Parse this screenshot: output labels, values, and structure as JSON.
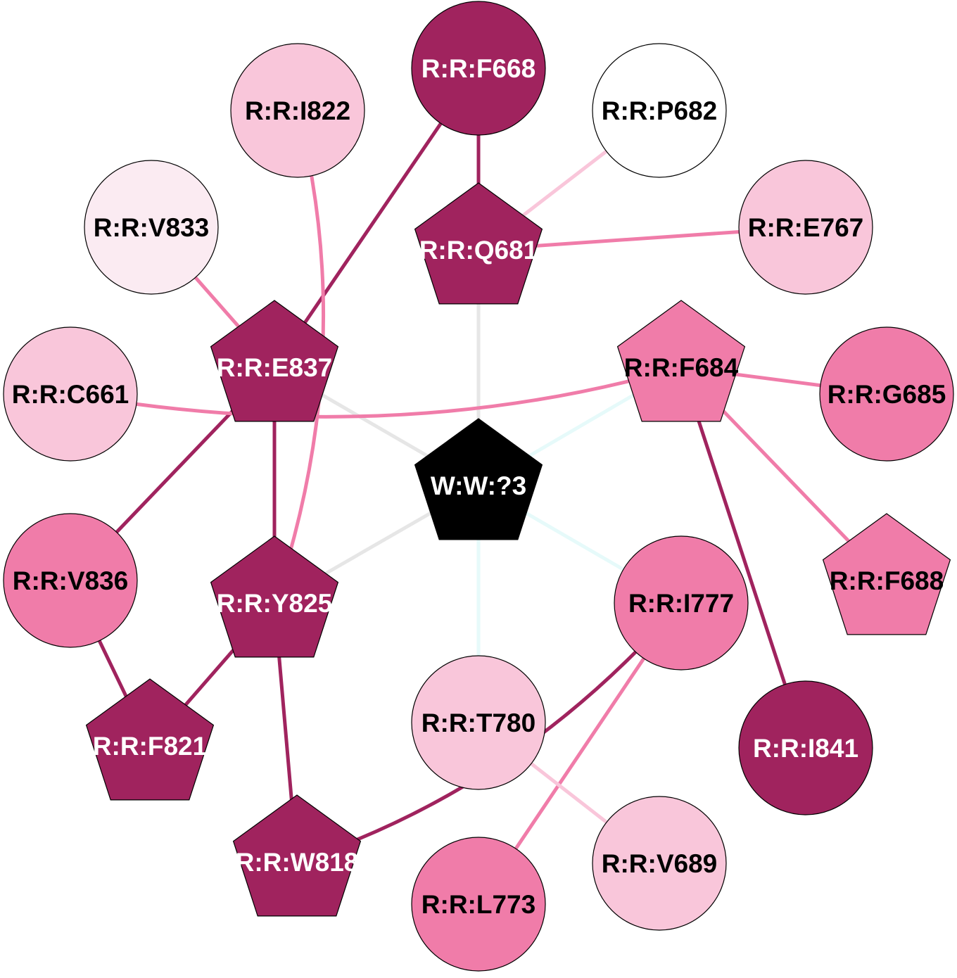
{
  "colors": {
    "dark": "#a0235e",
    "medium": "#f07ca9",
    "light": "#f9c6da",
    "pale": "#fbebf2",
    "white": "#ffffff",
    "center": "#000000",
    "edge_gray": "#e6e6e6",
    "edge_cyan": "#e6fafa",
    "edge_pale": "#f9c6da"
  },
  "nodes": [
    {
      "id": "W:W:?3",
      "label": "W:W:?3",
      "shape": "pentagon",
      "fill": "center",
      "text": "white"
    },
    {
      "id": "R:R:F668",
      "label": "R:R:F668",
      "shape": "circle",
      "fill": "dark",
      "text": "white"
    },
    {
      "id": "R:R:I822",
      "label": "R:R:I822",
      "shape": "circle",
      "fill": "light",
      "text": "black"
    },
    {
      "id": "R:R:P682",
      "label": "R:R:P682",
      "shape": "circle",
      "fill": "white",
      "text": "black"
    },
    {
      "id": "R:R:V833",
      "label": "R:R:V833",
      "shape": "circle",
      "fill": "pale",
      "text": "black"
    },
    {
      "id": "R:R:Q681",
      "label": "R:R:Q681",
      "shape": "pentagon",
      "fill": "dark",
      "text": "white"
    },
    {
      "id": "R:R:E767",
      "label": "R:R:E767",
      "shape": "circle",
      "fill": "light",
      "text": "black"
    },
    {
      "id": "R:R:E837",
      "label": "R:R:E837",
      "shape": "pentagon",
      "fill": "dark",
      "text": "white"
    },
    {
      "id": "R:R:F684",
      "label": "R:R:F684",
      "shape": "pentagon",
      "fill": "medium",
      "text": "black"
    },
    {
      "id": "R:R:C661",
      "label": "R:R:C661",
      "shape": "circle",
      "fill": "light",
      "text": "black"
    },
    {
      "id": "R:R:G685",
      "label": "R:R:G685",
      "shape": "circle",
      "fill": "medium",
      "text": "black"
    },
    {
      "id": "R:R:V836",
      "label": "R:R:V836",
      "shape": "circle",
      "fill": "medium",
      "text": "black"
    },
    {
      "id": "R:R:F688",
      "label": "R:R:F688",
      "shape": "pentagon",
      "fill": "medium",
      "text": "black"
    },
    {
      "id": "R:R:Y825",
      "label": "R:R:Y825",
      "shape": "pentagon",
      "fill": "dark",
      "text": "white"
    },
    {
      "id": "R:R:I777",
      "label": "R:R:I777",
      "shape": "circle",
      "fill": "medium",
      "text": "black"
    },
    {
      "id": "R:R:T780",
      "label": "R:R:T780",
      "shape": "circle",
      "fill": "light",
      "text": "black"
    },
    {
      "id": "R:R:F821",
      "label": "R:R:F821",
      "shape": "pentagon",
      "fill": "dark",
      "text": "white"
    },
    {
      "id": "R:R:I841",
      "label": "R:R:I841",
      "shape": "circle",
      "fill": "dark",
      "text": "white"
    },
    {
      "id": "R:R:W818",
      "label": "R:R:W818",
      "shape": "pentagon",
      "fill": "dark",
      "text": "white"
    },
    {
      "id": "R:R:V689",
      "label": "R:R:V689",
      "shape": "circle",
      "fill": "light",
      "text": "black"
    },
    {
      "id": "R:R:L773",
      "label": "R:R:L773",
      "shape": "circle",
      "fill": "medium",
      "text": "black"
    }
  ],
  "edges": [
    {
      "source": "R:R:F668",
      "target": "R:R:Q681",
      "color": "dark"
    },
    {
      "source": "R:R:F668",
      "target": "R:R:E837",
      "color": "dark"
    },
    {
      "source": "R:R:P682",
      "target": "R:R:Q681",
      "color": "edge_pale"
    },
    {
      "source": "R:R:Q681",
      "target": "R:R:E767",
      "color": "medium"
    },
    {
      "source": "R:R:Q681",
      "target": "W:W:?3",
      "color": "edge_gray"
    },
    {
      "source": "R:R:V833",
      "target": "R:R:E837",
      "color": "medium"
    },
    {
      "source": "R:R:I822",
      "target": "R:R:Y825",
      "color": "medium",
      "curved": true
    },
    {
      "source": "R:R:E837",
      "target": "W:W:?3",
      "color": "edge_gray"
    },
    {
      "source": "R:R:E837",
      "target": "R:R:Y825",
      "color": "dark"
    },
    {
      "source": "R:R:E837",
      "target": "R:R:V836",
      "color": "dark"
    },
    {
      "source": "R:R:C661",
      "target": "R:R:F684",
      "color": "medium",
      "curved": true
    },
    {
      "source": "R:R:F684",
      "target": "R:R:G685",
      "color": "medium"
    },
    {
      "source": "R:R:F684",
      "target": "R:R:F688",
      "color": "medium"
    },
    {
      "source": "R:R:F684",
      "target": "R:R:I841",
      "color": "dark"
    },
    {
      "source": "R:R:F684",
      "target": "W:W:?3",
      "color": "edge_cyan"
    },
    {
      "source": "R:R:Y825",
      "target": "W:W:?3",
      "color": "edge_gray"
    },
    {
      "source": "R:R:Y825",
      "target": "R:R:F821",
      "color": "dark"
    },
    {
      "source": "R:R:Y825",
      "target": "R:R:W818",
      "color": "dark"
    },
    {
      "source": "R:R:V836",
      "target": "R:R:F821",
      "color": "dark"
    },
    {
      "source": "R:R:I777",
      "target": "W:W:?3",
      "color": "edge_cyan"
    },
    {
      "source": "R:R:T780",
      "target": "W:W:?3",
      "color": "edge_cyan"
    },
    {
      "source": "R:R:I777",
      "target": "R:R:W818",
      "color": "dark",
      "curved": true
    },
    {
      "source": "R:R:I777",
      "target": "R:R:L773",
      "color": "medium"
    },
    {
      "source": "R:R:T780",
      "target": "R:R:V689",
      "color": "edge_pale"
    }
  ]
}
